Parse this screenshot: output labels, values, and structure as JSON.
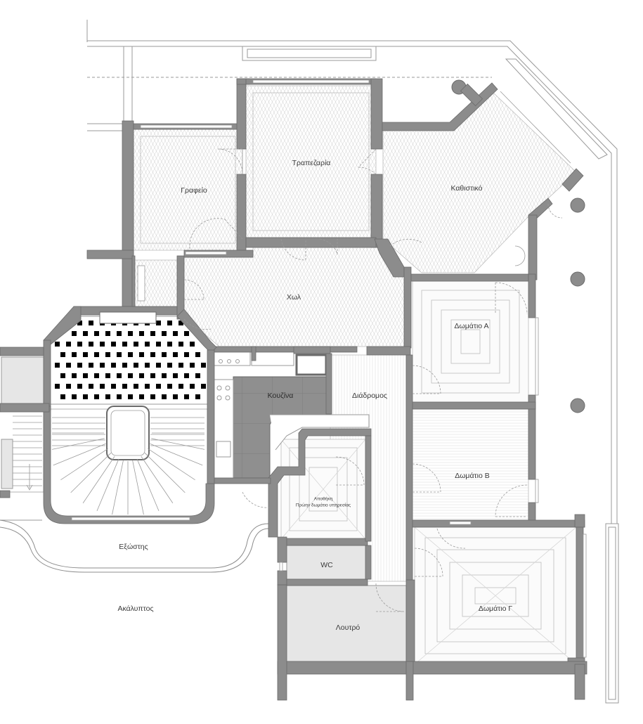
{
  "rooms": {
    "grafeio": "Γραφείο",
    "trapezaria": "Τραπεζαρία",
    "kathistiko": "Καθιστικό",
    "hol": "Χωλ",
    "domatio_a": "Δωμάτιο Α",
    "kouzina": "Κουζίνα",
    "diadromos": "Διάδρομος",
    "domatio_b": "Δωμάτιο Β",
    "apothiki_line1": "Αποθήκη",
    "apothiki_line2": "Πρώην δωμάτιο υπηρεσίας",
    "exostis": "Εξώστης",
    "wc": "WC",
    "domatio_g": "Δωμάτιο Γ",
    "akalyptos": "Ακάλυπτος",
    "loutro": "Λουτρό"
  },
  "colors": {
    "wall": "#8c8c8c",
    "wall_stroke": "#6a6a6a",
    "kitchen": "#8f8f8f",
    "wet_room": "#e6e6e6",
    "line": "#9a9a9a",
    "tile_dark": "#000000"
  }
}
